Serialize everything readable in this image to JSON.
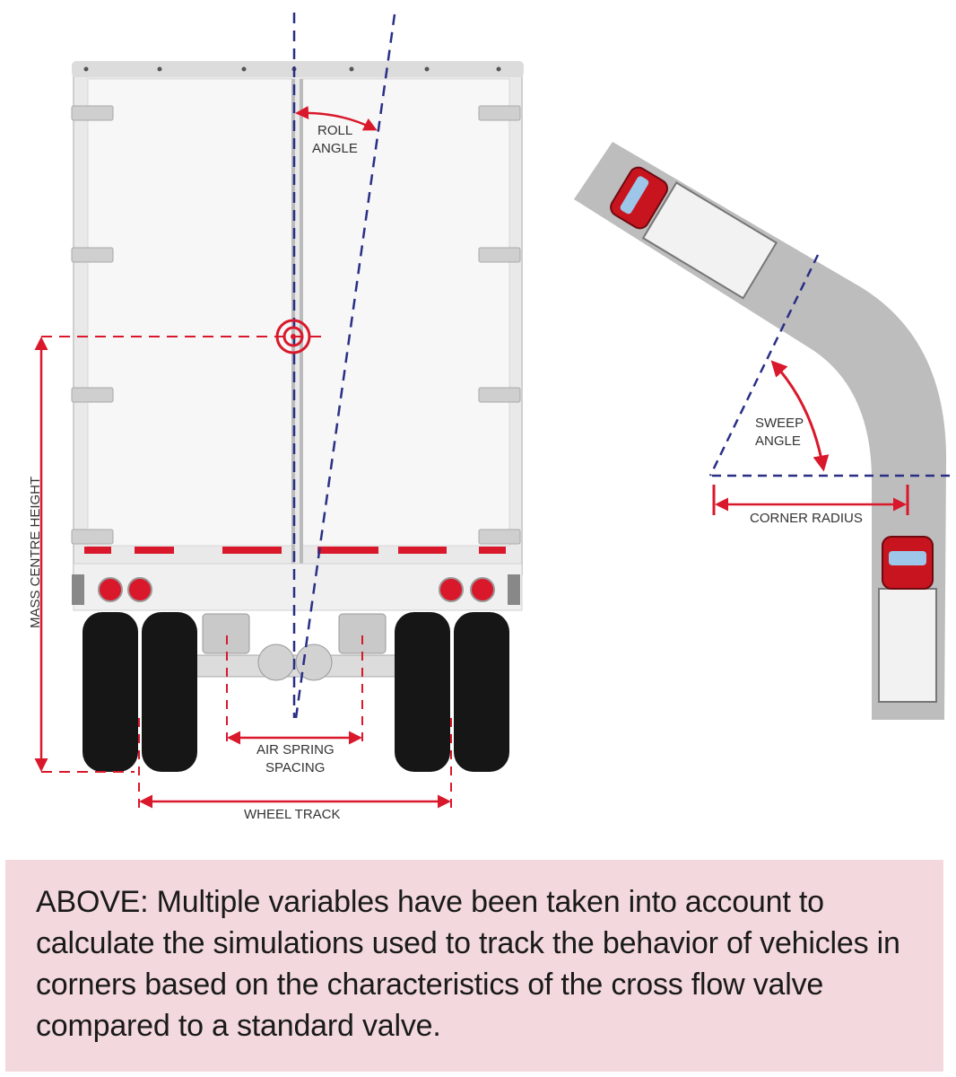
{
  "labels": {
    "roll_angle": [
      "ROLL",
      "ANGLE"
    ],
    "mass_centre_height": "MASS CENTRE HEIGHT",
    "air_spring_spacing": [
      "AIR SPRING",
      "SPACING"
    ],
    "wheel_track": "WHEEL TRACK",
    "sweep_angle": [
      "SWEEP",
      "ANGLE"
    ],
    "corner_radius": "CORNER RADIUS"
  },
  "caption": "ABOVE: Multiple variables have been taken into account to calculate the simulations used to track the behavior of vehicles in corners based on the characteristics of the cross flow valve compared to a standard valve.",
  "colors": {
    "accent_red": "#d9182b",
    "dashed_blue": "#2a2f86",
    "road_gray": "#bdbdbd",
    "caption_background": "#f3d9de",
    "trailer_white": "#f4f4f4"
  }
}
